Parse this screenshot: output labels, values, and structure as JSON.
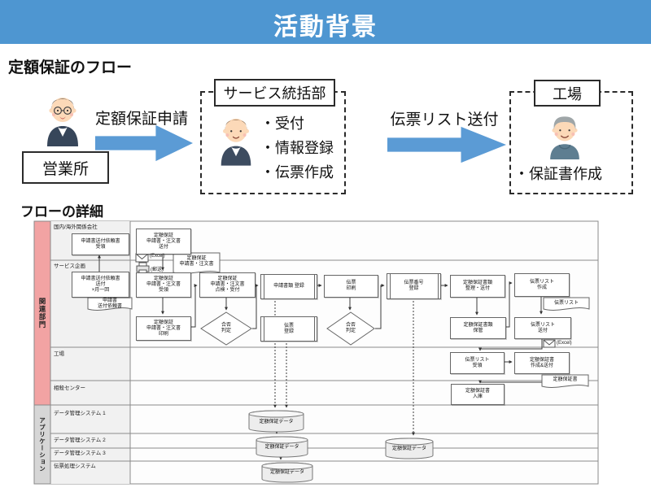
{
  "header": {
    "title": "活動背景"
  },
  "sections": {
    "flow_heading": "定額保証のフロー",
    "detail_heading": "フローの詳細"
  },
  "flow": {
    "office_label": "営業所",
    "arrow1_label": "定額保証申請",
    "dept_title": "サービス統括部",
    "dept_items": [
      "・受付",
      "・情報登録",
      "・伝票作成"
    ],
    "arrow2_label": "伝票リスト送付",
    "factory_title": "工場",
    "factory_items": [
      "・保証書作成"
    ]
  },
  "diagram": {
    "categories": [
      {
        "label": "関連部門"
      },
      {
        "label": "アプリケーション"
      }
    ],
    "lanes": [
      {
        "label": "国内/海外関係会社"
      },
      {
        "label": "サービス企画"
      },
      {
        "label": "工場"
      },
      {
        "label": "相殺センター"
      },
      {
        "label": "データ管理システム 1"
      },
      {
        "label": "データ管理システム 2"
      },
      {
        "label": "データ管理システム 3"
      },
      {
        "label": "伝票処理システム"
      }
    ],
    "nodes": [
      {
        "text": "申請書送付依頼書\n受領"
      },
      {
        "text": "申請書送付依頼書\n送付\n×月一回"
      },
      {
        "text": "申請書\n送付依頼書"
      },
      {
        "text": "定額保証\n申請書・注文書\n送付"
      },
      {
        "text": "定額保証\n申請書・注文書"
      },
      {
        "text": "定額保証\n申請書・注文書\n受領"
      },
      {
        "text": "定額保証\n申請書・注文書\n点検・受付"
      },
      {
        "text": "申請書類 登録"
      },
      {
        "text": "伝票\n印刷"
      },
      {
        "text": "伝票番号\n登録"
      },
      {
        "text": "定額保証書類\n整理・送付"
      },
      {
        "text": "伝票リスト\n作成"
      },
      {
        "text": "伝票リスト"
      },
      {
        "text": "定額保証\n申請書・注文書\n印刷"
      },
      {
        "text": "合否\n判定"
      },
      {
        "text": "伝票\n登録"
      },
      {
        "text": "合否\n判定"
      },
      {
        "text": "定額保証書類\n保管"
      },
      {
        "text": "伝票リスト\n送付"
      },
      {
        "text": "伝票リスト\n受領"
      },
      {
        "text": "定額保証書\n作成&送付"
      },
      {
        "text": "定額保証書"
      },
      {
        "text": "定額保証書\n入庫"
      },
      {
        "text": "定額保証データ"
      },
      {
        "text": "定額保証データ"
      },
      {
        "text": "定額保証データ"
      },
      {
        "text": "定額保証データ"
      }
    ],
    "ann": {
      "excel1": "(Excel)",
      "mail1": "(郵送)",
      "excel2": "(Excel)"
    }
  },
  "colors": {
    "accent_blue": "#4E96D1",
    "lane_pink": "#F2A3A3",
    "lane_gray": "#D6D6D6"
  }
}
